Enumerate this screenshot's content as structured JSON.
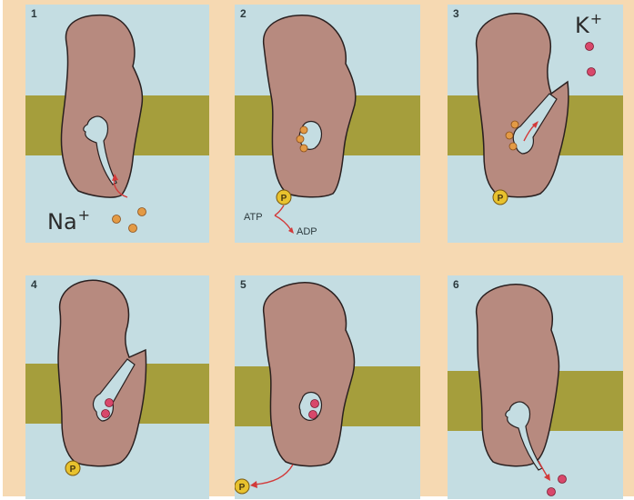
{
  "panels": [
    {
      "number": "1",
      "ion_label": "Na",
      "ion_charge": "+"
    },
    {
      "number": "2",
      "atp_label": "ATP",
      "adp_label": "ADP",
      "phosphate_label": "P"
    },
    {
      "number": "3",
      "ion_label": "K",
      "ion_charge": "+",
      "phosphate_label": "P"
    },
    {
      "number": "4",
      "phosphate_label": "P"
    },
    {
      "number": "5",
      "phosphate_label": "P"
    },
    {
      "number": "6"
    }
  ],
  "colors": {
    "background": "#f6d9b2",
    "fluid": "#c4dde2",
    "membrane": "#a59e3c",
    "protein": "#b78a7f",
    "sodium_ion": "#e39a45",
    "potassium_ion": "#d8486b",
    "phosphate": "#e8c22e",
    "arrow": "#d23a3a"
  },
  "icons": [
    "sodium-ion",
    "potassium-ion",
    "phosphate-group",
    "pump-protein",
    "cell-membrane"
  ]
}
